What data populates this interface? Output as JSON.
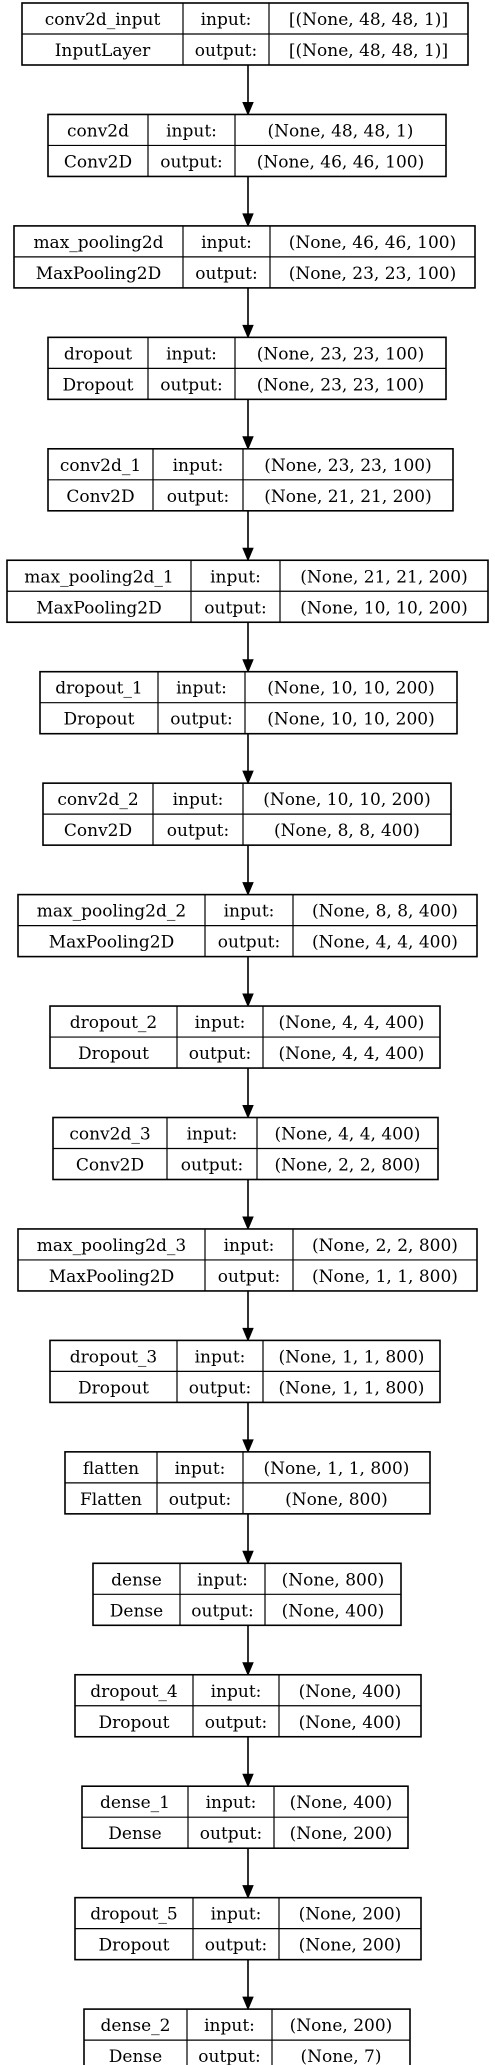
{
  "labels": {
    "input": "input:",
    "output": "output:"
  },
  "layers": [
    {
      "name": "conv2d_input",
      "type": "InputLayer",
      "input": "[(None, 48, 48, 1)]",
      "output": "[(None, 48, 48, 1)]"
    },
    {
      "name": "conv2d",
      "type": "Conv2D",
      "input": "(None, 48, 48, 1)",
      "output": "(None, 46, 46, 100)"
    },
    {
      "name": "max_pooling2d",
      "type": "MaxPooling2D",
      "input": "(None, 46, 46, 100)",
      "output": "(None, 23, 23, 100)"
    },
    {
      "name": "dropout",
      "type": "Dropout",
      "input": "(None, 23, 23, 100)",
      "output": "(None, 23, 23, 100)"
    },
    {
      "name": "conv2d_1",
      "type": "Conv2D",
      "input": "(None, 23, 23, 100)",
      "output": "(None, 21, 21, 200)"
    },
    {
      "name": "max_pooling2d_1",
      "type": "MaxPooling2D",
      "input": "(None, 21, 21, 200)",
      "output": "(None, 10, 10, 200)"
    },
    {
      "name": "dropout_1",
      "type": "Dropout",
      "input": "(None, 10, 10, 200)",
      "output": "(None, 10, 10, 200)"
    },
    {
      "name": "conv2d_2",
      "type": "Conv2D",
      "input": "(None, 10, 10, 200)",
      "output": "(None, 8, 8, 400)"
    },
    {
      "name": "max_pooling2d_2",
      "type": "MaxPooling2D",
      "input": "(None, 8, 8, 400)",
      "output": "(None, 4, 4, 400)"
    },
    {
      "name": "dropout_2",
      "type": "Dropout",
      "input": "(None, 4, 4, 400)",
      "output": "(None, 4, 4, 400)"
    },
    {
      "name": "conv2d_3",
      "type": "Conv2D",
      "input": "(None, 4, 4, 400)",
      "output": "(None, 2, 2, 800)"
    },
    {
      "name": "max_pooling2d_3",
      "type": "MaxPooling2D",
      "input": "(None, 2, 2, 800)",
      "output": "(None, 1, 1, 800)"
    },
    {
      "name": "dropout_3",
      "type": "Dropout",
      "input": "(None, 1, 1, 800)",
      "output": "(None, 1, 1, 800)"
    },
    {
      "name": "flatten",
      "type": "Flatten",
      "input": "(None, 1, 1, 800)",
      "output": "(None, 800)"
    },
    {
      "name": "dense",
      "type": "Dense",
      "input": "(None, 800)",
      "output": "(None, 400)"
    },
    {
      "name": "dropout_4",
      "type": "Dropout",
      "input": "(None, 400)",
      "output": "(None, 400)"
    },
    {
      "name": "dense_1",
      "type": "Dense",
      "input": "(None, 400)",
      "output": "(None, 200)"
    },
    {
      "name": "dropout_5",
      "type": "Dropout",
      "input": "(None, 200)",
      "output": "(None, 200)"
    },
    {
      "name": "dense_2",
      "type": "Dense",
      "input": "(None, 200)",
      "output": "(None, 7)"
    }
  ]
}
